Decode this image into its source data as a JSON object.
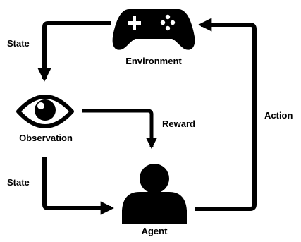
{
  "colors": {
    "stroke": "#000000",
    "background": "#ffffff"
  },
  "nodes": {
    "environment": {
      "label": "Environment",
      "icon": "gamepad-icon"
    },
    "observation": {
      "label": "Observation",
      "icon": "eye-icon"
    },
    "agent": {
      "label": "Agent",
      "icon": "person-icon"
    }
  },
  "edges": {
    "state_top": {
      "label": "State"
    },
    "state_bottom": {
      "label": "State"
    },
    "reward": {
      "label": "Reward"
    },
    "action": {
      "label": "Action"
    }
  }
}
